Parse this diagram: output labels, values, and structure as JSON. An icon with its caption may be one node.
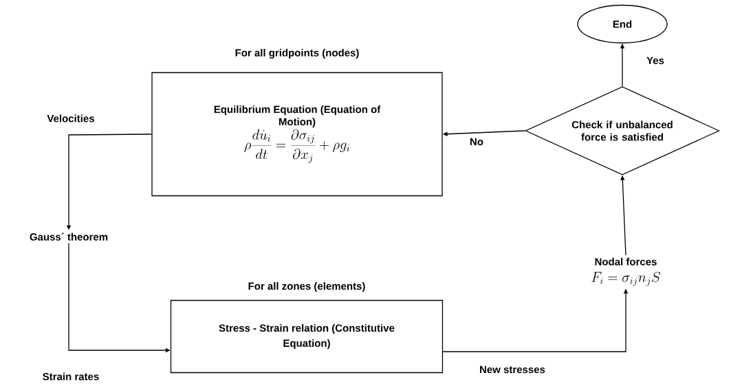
{
  "diagram": {
    "nodes": [
      {
        "text": [
          "End"
        ]
      },
      {
        "text": [
          "For all gridpoints (nodes)",
          "Equilibrium Equation (Equation of Motion)",
          "\\rho\\frac{d\\dot{u}_i}{dt}=\\frac{\\partial\\sigma_{ij}}{\\partial x_j}+\\rho g_i"
        ]
      },
      {
        "text": [
          "Check if unbalanced force is satisfied"
        ]
      },
      {
        "text": [
          "Gauss´ theorem"
        ]
      },
      {
        "text": [
          "For all zones (elements)",
          "Stress - Strain relation (Constitutive Equation)"
        ]
      },
      {
        "text": [
          "Nodal forces",
          "F_i=\\sigma_{ij}n_jS"
        ]
      }
    ],
    "edges": [
      {
        "from": 2,
        "to": 0,
        "arrow": "to",
        "label": "Yes"
      },
      {
        "from": 2,
        "to": 1,
        "arrow": "to",
        "label": "No"
      },
      {
        "from": 1,
        "to": 3,
        "arrow": "to",
        "label": "Velocities"
      },
      {
        "from": 3,
        "to": 4,
        "arrow": "to",
        "label": "Strain rates"
      },
      {
        "from": 4,
        "to": 5,
        "arrow": "to",
        "label": "New stresses"
      },
      {
        "from": 5,
        "to": 2,
        "arrow": "to"
      }
    ]
  }
}
